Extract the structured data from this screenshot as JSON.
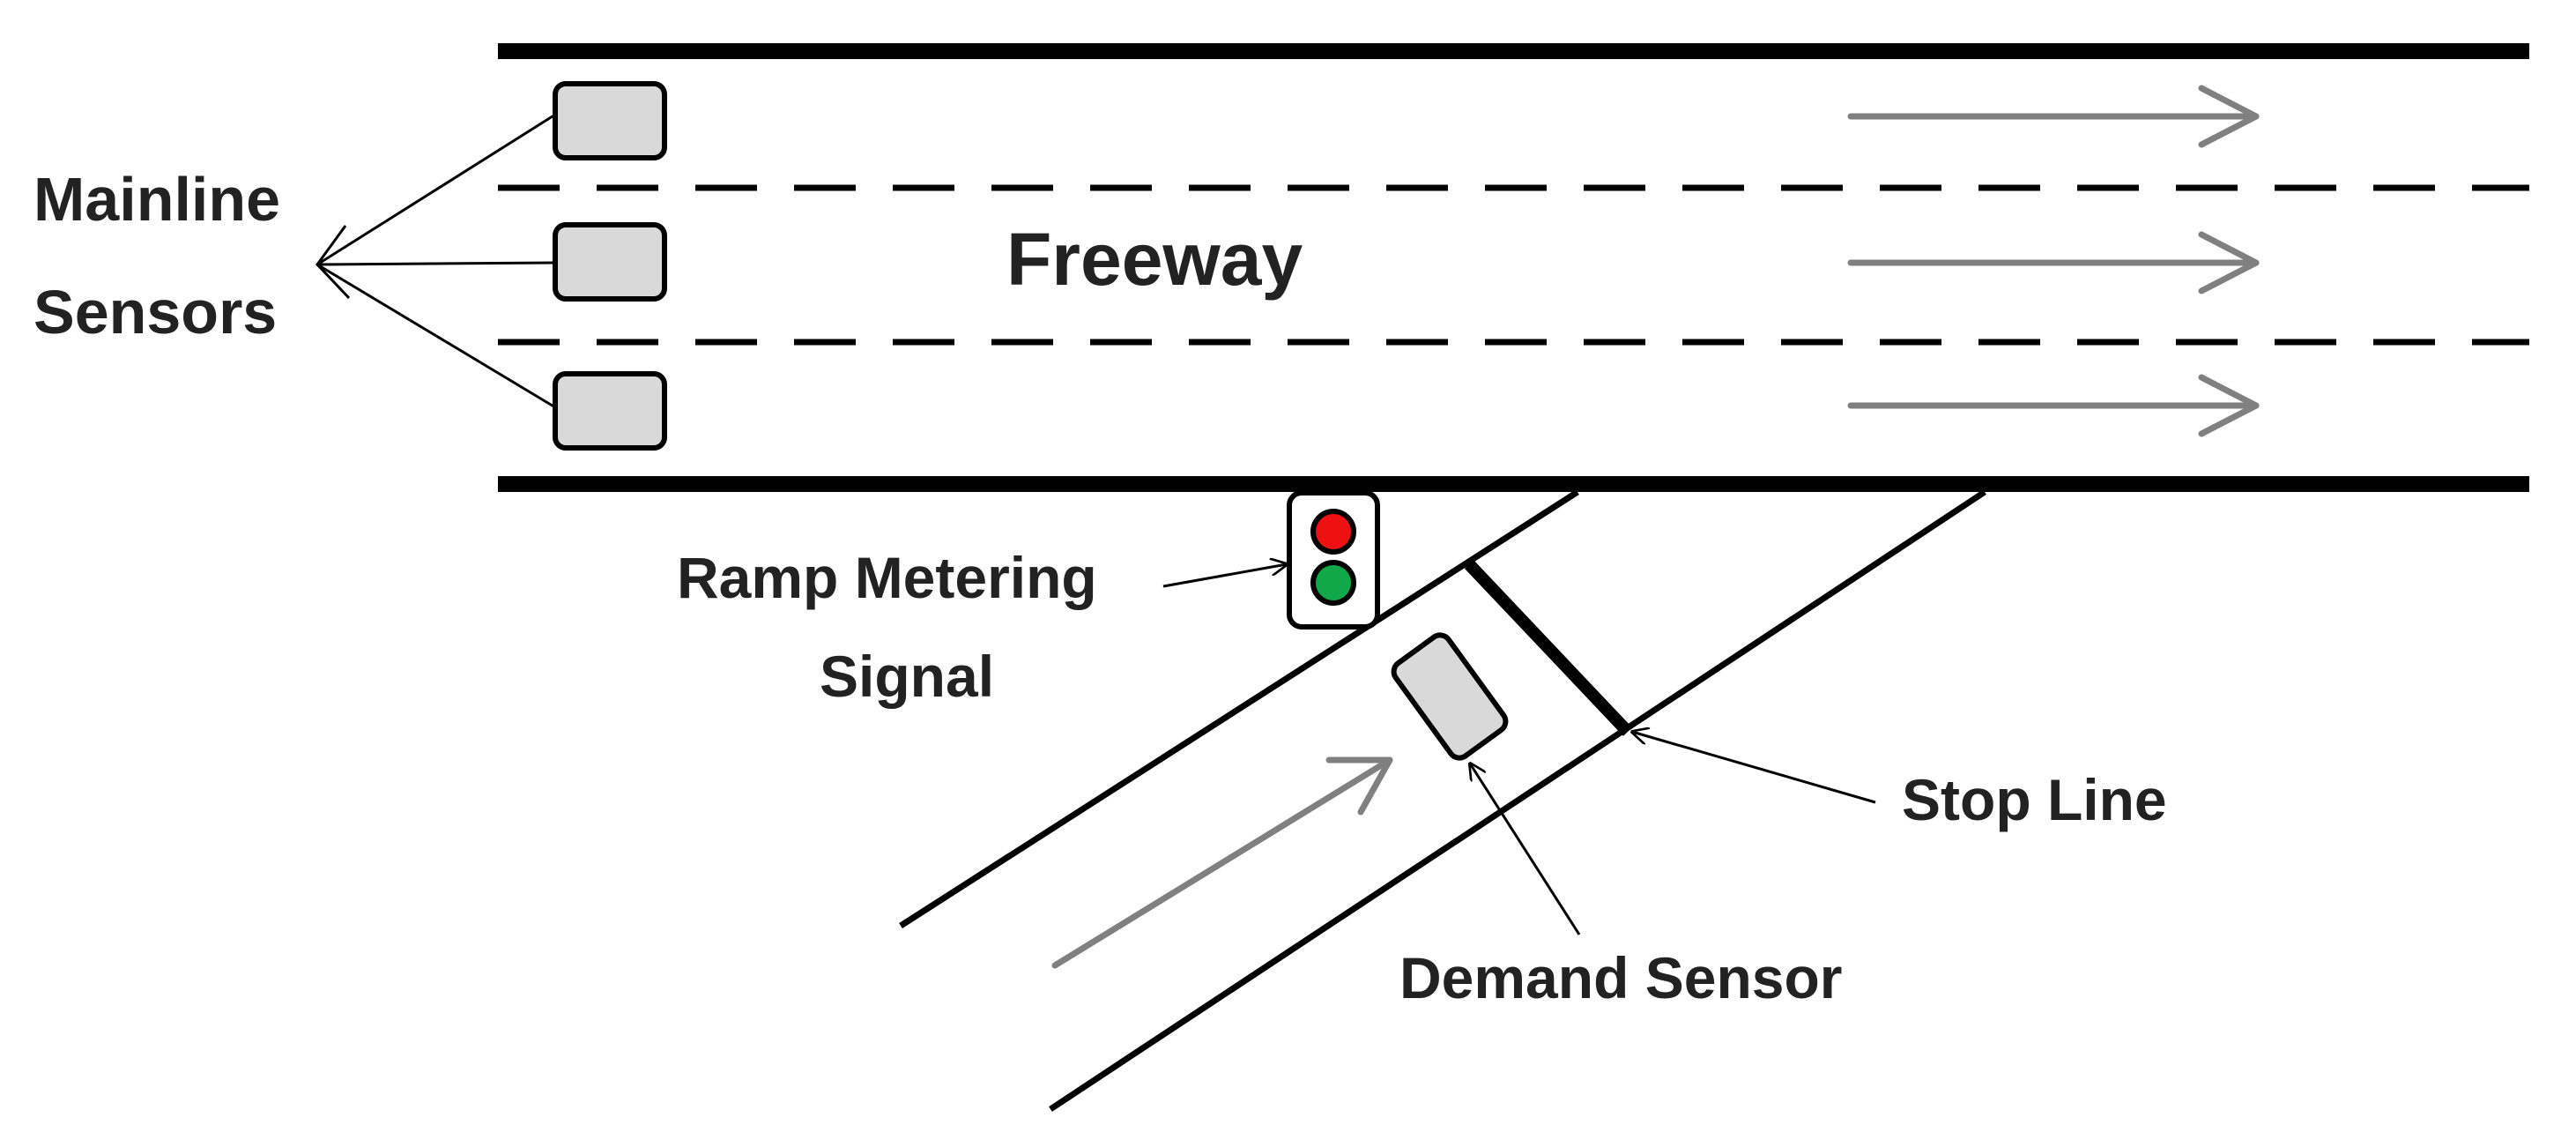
{
  "diagram": {
    "labels": {
      "mainline": [
        "Mainline",
        "Sensors"
      ],
      "freeway": "Freeway",
      "ramp_signal": [
        "Ramp Metering",
        "Signal"
      ],
      "stop_line": "Stop Line",
      "demand_sensor": "Demand Sensor"
    },
    "colors": {
      "road_line": "#000000",
      "sensor_fill": "#d9d9d9",
      "flow_arrow": "#808080",
      "signal_red": "#ee1111",
      "signal_green": "#11a84a",
      "text": "#222222"
    },
    "mainline_sensor_count": 3,
    "freeway_lane_count": 3
  }
}
